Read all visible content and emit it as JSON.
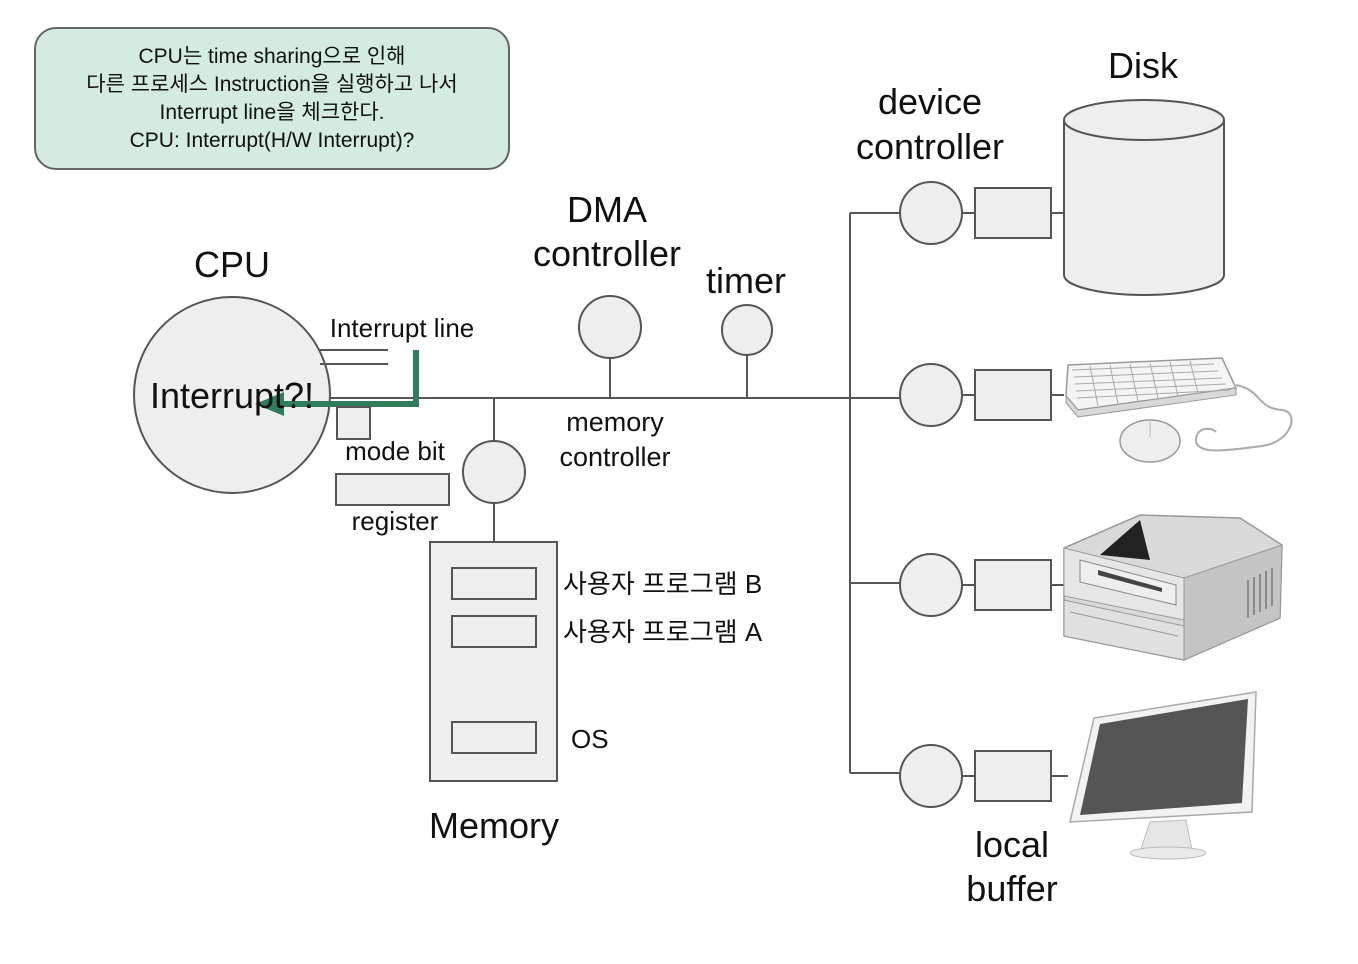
{
  "note": {
    "lines": [
      "CPU는 time sharing으로 인해",
      "다른 프로세스 Instruction을 실행하고 나서",
      "Interrupt line을 체크한다.",
      "CPU: Interrupt(H/W Interrupt)?"
    ]
  },
  "labels": {
    "cpu": "CPU",
    "interrupt_line": "Interrupt line",
    "interrupt_status": "Interrupt?!",
    "mode_bit": "mode bit",
    "register": "register",
    "dma_line1": "DMA",
    "dma_line2": "controller",
    "timer": "timer",
    "memory_controller_line1": "memory",
    "memory_controller_line2": "controller",
    "memory": "Memory",
    "program_b": "사용자 프로그램 B",
    "program_a": "사용자 프로그램 A",
    "os": "OS",
    "device_controller_line1": "device",
    "device_controller_line2": "controller",
    "disk": "Disk",
    "local_buffer_line1": "local",
    "local_buffer_line2": "buffer"
  },
  "colors": {
    "interrupt_line": "#2e7d5b",
    "note_background": "#d4ebdf",
    "component_fill": "#eeeeee",
    "line": "#555555"
  },
  "icons": [
    "disk-cylinder-icon",
    "keyboard-mouse-icon",
    "printer-icon",
    "monitor-icon"
  ]
}
